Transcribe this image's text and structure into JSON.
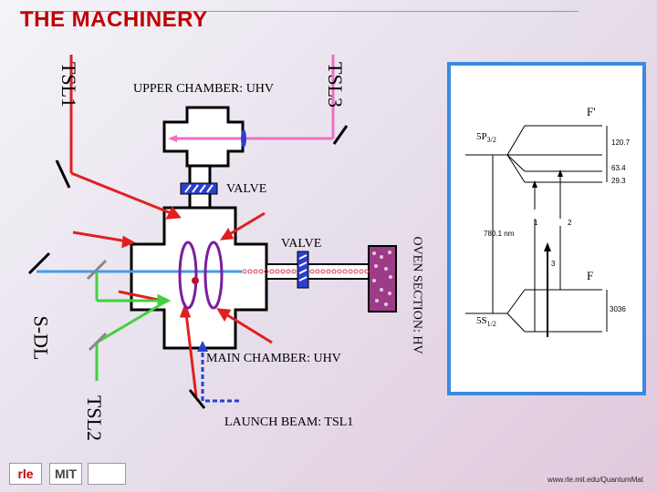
{
  "title": "THE MACHINERY",
  "labels": {
    "tsl1": "TSL1",
    "tsl2": "TSL2",
    "tsl3": "TSL3",
    "sdl": "S-DL",
    "upper_chamber": "UPPER CHAMBER: UHV",
    "main_chamber": "MAIN CHAMBER: UHV",
    "valve_top": "VALVE",
    "valve_mid": "VALVE",
    "oven": "OVEN SECTION: HV",
    "launch": "LAUNCH BEAM: TSL1"
  },
  "energy_diagram": {
    "p_label": "5P",
    "p_sub": "3/2",
    "s_label": "5S",
    "s_sub": "1/2",
    "f_prime": "F'",
    "f": "F",
    "p_splittings": [
      "120.7",
      "63.4",
      "29.3"
    ],
    "s_splitting": "3036",
    "wavelength": "780.1 nm",
    "transitions": [
      "1",
      "2",
      "3"
    ]
  },
  "footer": {
    "logo1": "rle",
    "logo2": "MIT",
    "url": "www.rle.mit.edu/QuantumMat"
  }
}
